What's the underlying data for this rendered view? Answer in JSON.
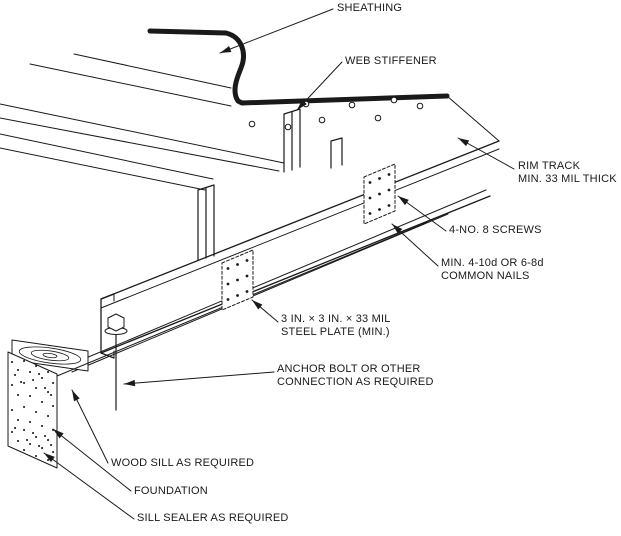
{
  "drawing": {
    "background": "#ffffff",
    "line_color": "#1a1a1a"
  },
  "callouts": {
    "sheathing": {
      "text": "SHEATHING"
    },
    "web_stiffener": {
      "text": "WEB STIFFENER"
    },
    "rim_track": {
      "line1": "RIM TRACK",
      "line2": "MIN. 33 MIL THICK"
    },
    "screws": {
      "text": "4-NO. 8 SCREWS"
    },
    "common_nails": {
      "line1": "MIN. 4-10d OR 6-8d",
      "line2": "COMMON NAILS"
    },
    "steel_plate": {
      "line1": "3 IN. × 3 IN. × 33 MIL",
      "line2": "STEEL PLATE (MIN.)"
    },
    "anchor_bolt": {
      "line1": "ANCHOR BOLT OR OTHER",
      "line2": "CONNECTION AS REQUIRED"
    },
    "wood_sill": {
      "text": "WOOD SILL AS REQUIRED"
    },
    "foundation": {
      "text": "FOUNDATION"
    },
    "sill_sealer": {
      "text": "SILL SEALER AS REQUIRED"
    }
  }
}
